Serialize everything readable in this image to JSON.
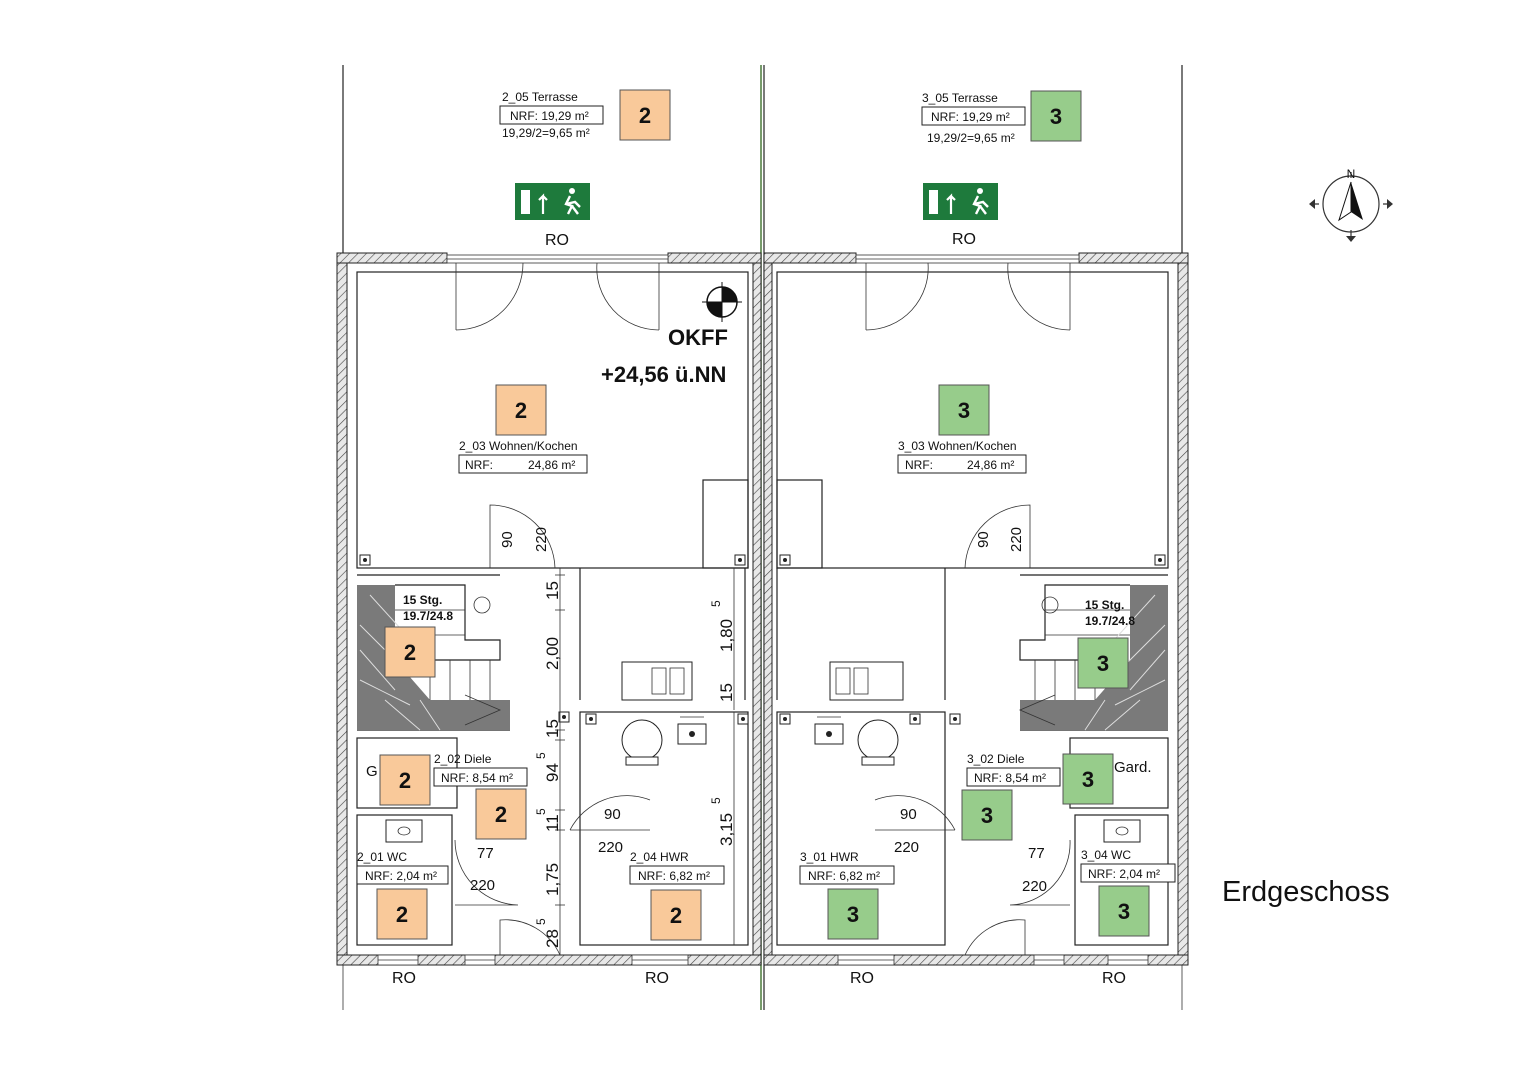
{
  "title": "Erdgeschoss",
  "level": {
    "label": "OKFF",
    "value": "+24,56 ü.NN"
  },
  "compass_letter": "N",
  "colors": {
    "unit2": "#f9c99a",
    "unit3": "#97cc8b",
    "exit_sign": "#1e7a3c"
  },
  "icons": [
    "emergency-exit-sign-icon",
    "level-marker-icon",
    "north-arrow-icon",
    "sink-icon",
    "washing-machine-icon"
  ],
  "unit2": {
    "tag": "2",
    "terrace": {
      "name": "2_05 Terrasse",
      "nrf": "NRF: 19,29 m²",
      "calc": "19,29/2=9,65 m²"
    },
    "living": {
      "name": "2_03 Wohnen/Kochen",
      "nrf_label": "NRF:",
      "nrf_value": "24,86 m²"
    },
    "hall": {
      "name": "2_02 Diele",
      "nrf": "NRF: 8,54 m²",
      "gard": "G"
    },
    "wc": {
      "name": "2_01 WC",
      "nrf": "NRF: 2,04 m²"
    },
    "hwr": {
      "name": "2_04 HWR",
      "nrf": "NRF: 6,82 m²"
    },
    "stairs": {
      "steps": "15 Stg.",
      "ratio": "19.7/24.8"
    },
    "dims": {
      "d90a": "90",
      "d220a": "220",
      "d15a": "15",
      "d200": "2,00",
      "d180": "1,80",
      "d180sup": "5",
      "d15b": "15",
      "d15c": "15",
      "d94": "94",
      "d94sup": "5",
      "d11": "11",
      "d11sup": "5",
      "d90b": "90",
      "d220b": "220",
      "d315": "3,15",
      "d315sup": "5",
      "d77": "77",
      "d220c": "220",
      "d175": "1,75",
      "d28": "28",
      "d28sup": "5"
    }
  },
  "unit3": {
    "tag": "3",
    "terrace": {
      "name": "3_05 Terrasse",
      "nrf": "NRF: 19,29 m²",
      "calc": "19,29/2=9,65 m²"
    },
    "living": {
      "name": "3_03 Wohnen/Kochen",
      "nrf_label": "NRF:",
      "nrf_value": "24,86 m²"
    },
    "hall": {
      "name": "3_02 Diele",
      "nrf": "NRF: 8,54 m²",
      "gard": "Gard."
    },
    "wc": {
      "name": "3_04 WC",
      "nrf": "NRF: 2,04 m²"
    },
    "hwr": {
      "name": "3_01 HWR",
      "nrf": "NRF: 6,82 m²"
    },
    "stairs": {
      "steps": "15 Stg.",
      "ratio": "19.7/24.8"
    },
    "dims": {
      "d90a": "90",
      "d220a": "220",
      "d90b": "90",
      "d220b": "220",
      "d77": "77",
      "d220c": "220"
    }
  },
  "ro_labels": [
    "RO",
    "RO",
    "RO",
    "RO",
    "RO",
    "RO"
  ]
}
